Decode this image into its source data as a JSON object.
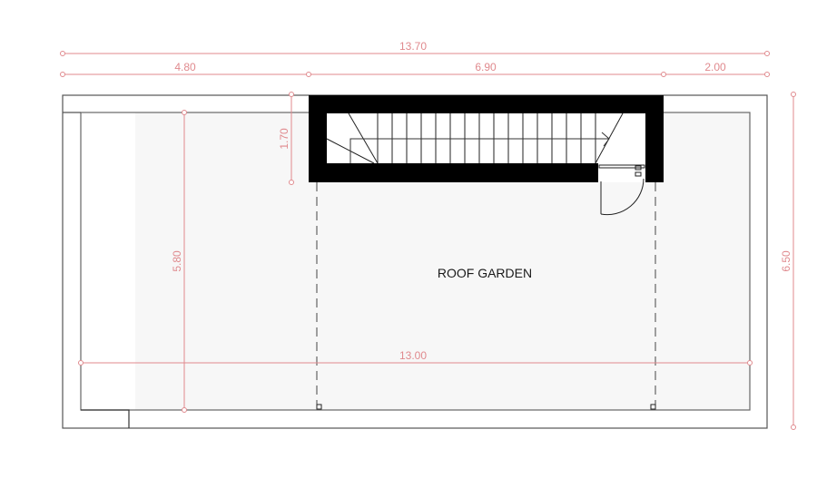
{
  "plan": {
    "room_label": "ROOF GARDEN",
    "colors": {
      "dimension": "#e08a8e",
      "wall": "#000000",
      "outline": "#555555",
      "floor_fill": "#f7f7f7"
    }
  },
  "dimensions": {
    "overall_width": "13.70",
    "segment_left": "4.80",
    "segment_middle": "6.90",
    "segment_right": "2.00",
    "stair_depth": "1.70",
    "inner_depth": "5.80",
    "overall_depth": "6.50",
    "inner_width": "13.00"
  }
}
